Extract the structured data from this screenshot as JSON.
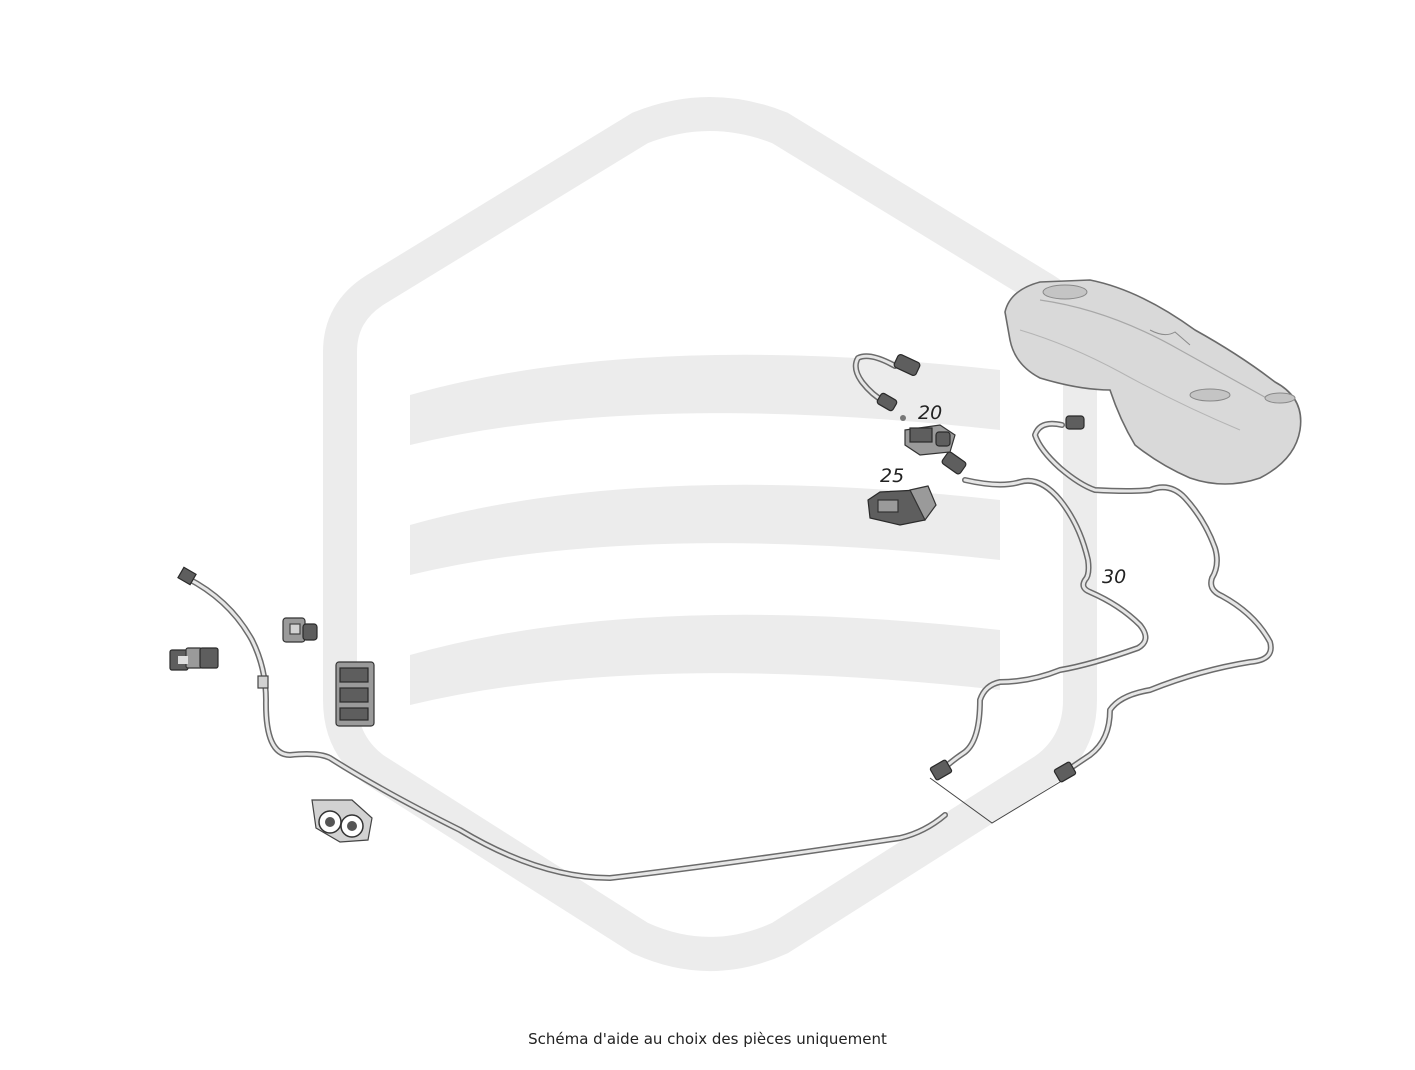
{
  "watermark": {
    "color": "#ececec"
  },
  "callouts": [
    {
      "id": "callout-20",
      "label": "20"
    },
    {
      "id": "callout-25",
      "label": "25"
    },
    {
      "id": "callout-30",
      "label": "30"
    }
  ],
  "caption": "Schéma d'aide au choix des pièces uniquement",
  "colors": {
    "line": "#6b6b6b",
    "part": "#5e5e5e",
    "tank": "#d9d9d9"
  }
}
